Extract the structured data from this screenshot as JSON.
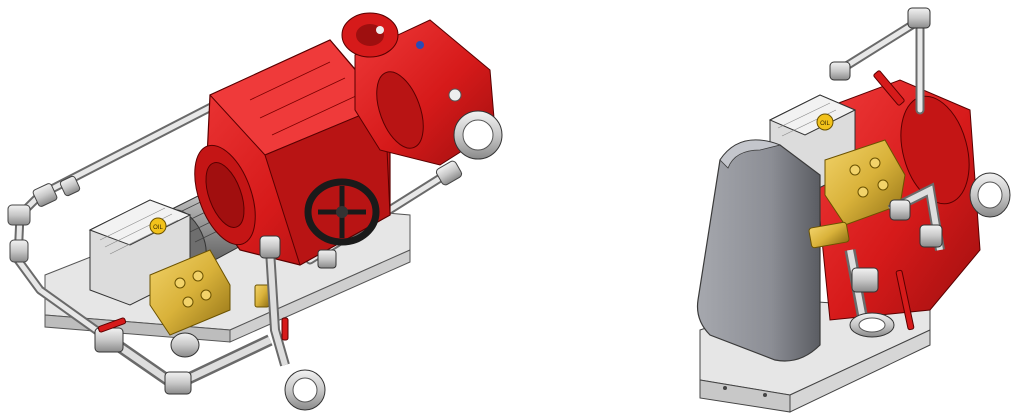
{
  "image": {
    "description_free": true,
    "colors": {
      "background": "#ffffff",
      "housing_red": "#d61a1a",
      "housing_red_dark": "#9e0f0f",
      "housing_red_light": "#ef3a3a",
      "steel": "#c8c8c8",
      "steel_dark": "#7a7a7a",
      "steel_light": "#ececec",
      "brass": "#d9b23a",
      "brass_dark": "#8f6f14",
      "guard_gray": "#8c8e95",
      "guard_gray_dark": "#4a4c52",
      "frame": "#e6e6e6",
      "handle_black": "#1a1a1a"
    }
  },
  "views": [
    {
      "id": "isometric-front",
      "label_tag": "OIL"
    },
    {
      "id": "isometric-rear",
      "label_tag": "OIL"
    }
  ]
}
